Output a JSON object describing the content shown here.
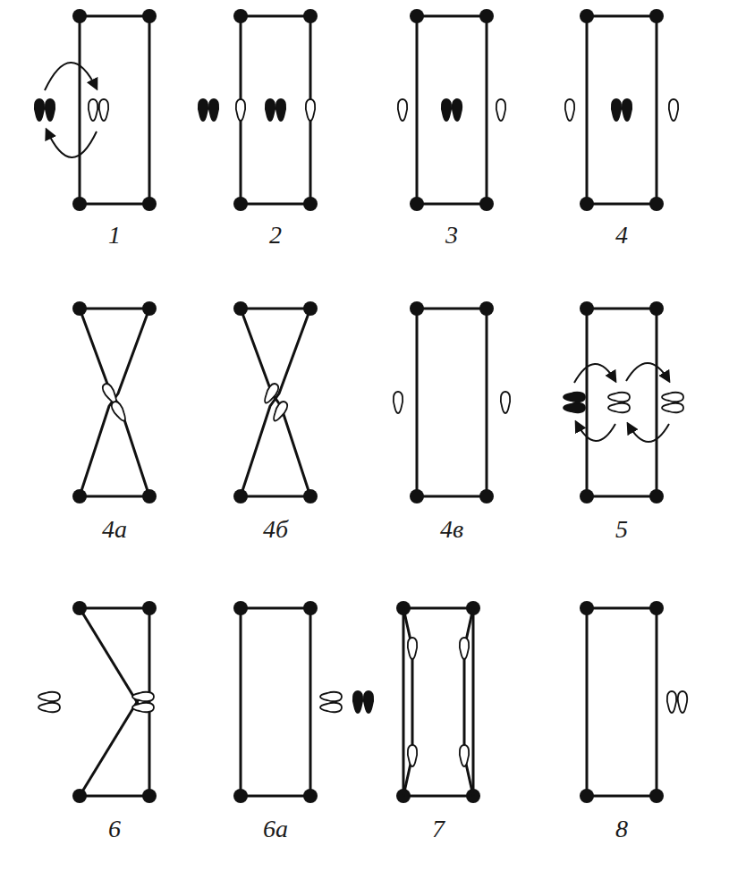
{
  "diagram": {
    "labels": [
      "1",
      "2",
      "3",
      "4",
      "4а",
      "4б",
      "4в",
      "5",
      "6",
      "6а",
      "7",
      "8"
    ]
  }
}
